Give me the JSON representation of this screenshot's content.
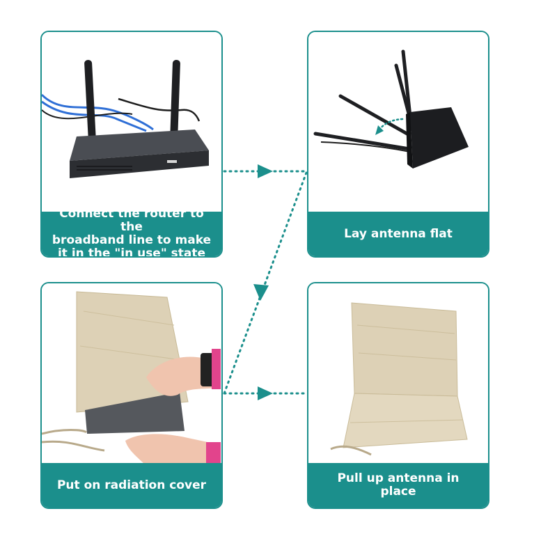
{
  "steps": [
    {
      "label": "Connect the router to the\nbroadband line to make\nit in the \"in use\" state"
    },
    {
      "label": "Lay antenna flat"
    },
    {
      "label": "Put on radiation cover"
    },
    {
      "label": "Pull up antenna in place"
    }
  ],
  "colors": {
    "accent": "#1b8f8c",
    "router": "#3a3d42",
    "cover": "#d9ccb0"
  }
}
